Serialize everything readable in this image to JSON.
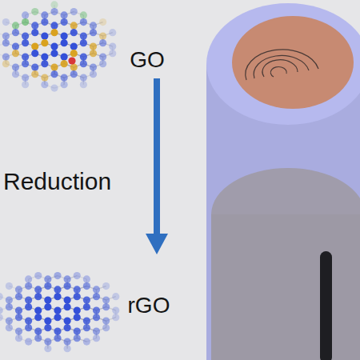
{
  "diagram": {
    "labels": [
      "GO",
      "Reduction",
      "rGO"
    ]
  }
}
